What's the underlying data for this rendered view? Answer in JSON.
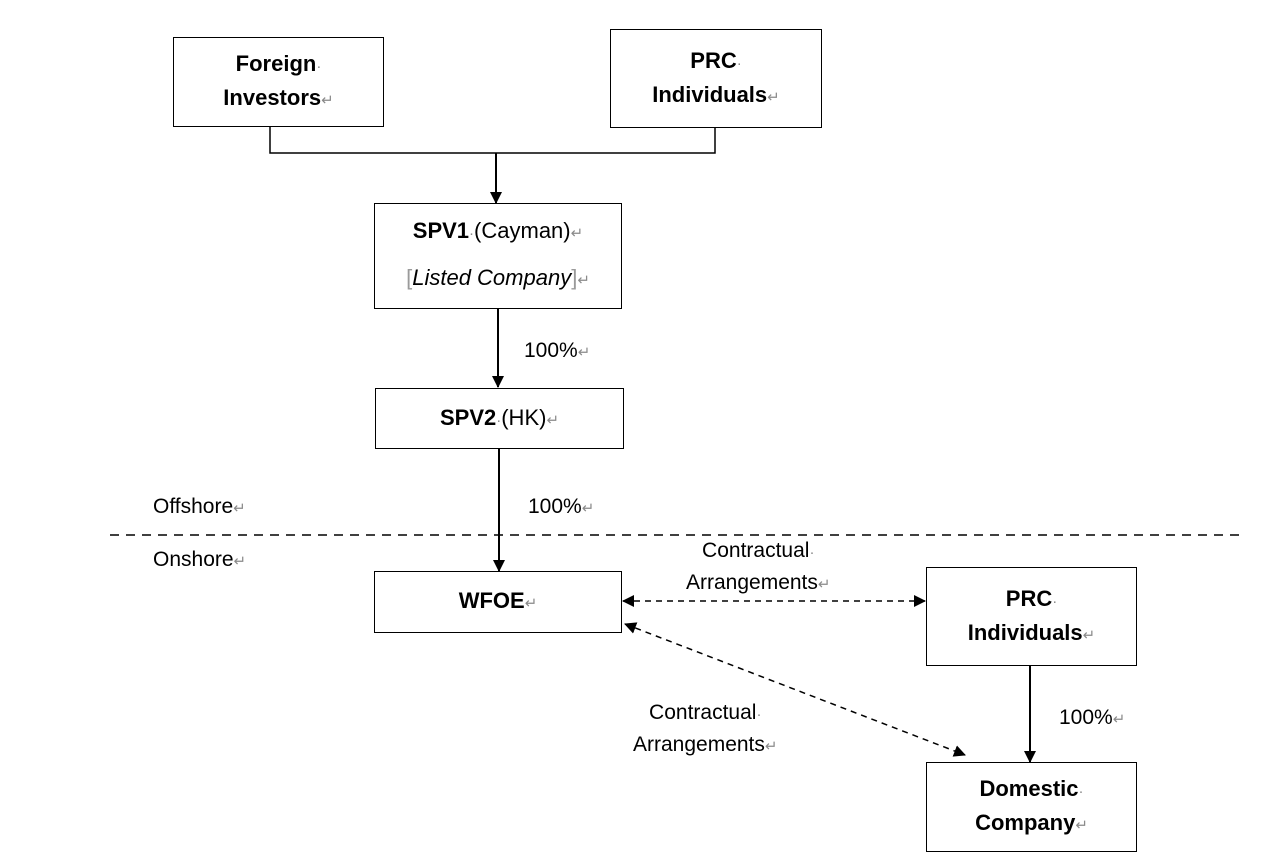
{
  "nodes": {
    "foreign_investors": {
      "line1": "Foreign",
      "line2": "Investors"
    },
    "prc_individuals_top": {
      "line1": "PRC",
      "line2": "Individuals"
    },
    "spv1": {
      "name": "SPV1",
      "jurisdiction": "(Cayman)",
      "note_open": "[",
      "note": "Listed Company",
      "note_close": "]"
    },
    "spv2": {
      "name": "SPV2",
      "jurisdiction": "(HK)"
    },
    "wfoe": {
      "name": "WFOE"
    },
    "prc_individuals_bottom": {
      "line1": "PRC",
      "line2": "Individuals"
    },
    "domestic_company": {
      "line1": "Domestic",
      "line2": "Company"
    }
  },
  "ownership_labels": {
    "spv1_to_spv2": "100%",
    "spv2_to_wfoe": "100%",
    "prc_to_domestic": "100%"
  },
  "zones": {
    "offshore": "Offshore",
    "onshore": "Onshore"
  },
  "contractual_labels": {
    "wfoe_prc": {
      "line1": "Contractual",
      "line2": "Arrangements"
    },
    "wfoe_domestic": {
      "line1": "Contractual",
      "line2": "Arrangements"
    }
  },
  "marks": {
    "space": "·",
    "paragraph": "↵"
  }
}
